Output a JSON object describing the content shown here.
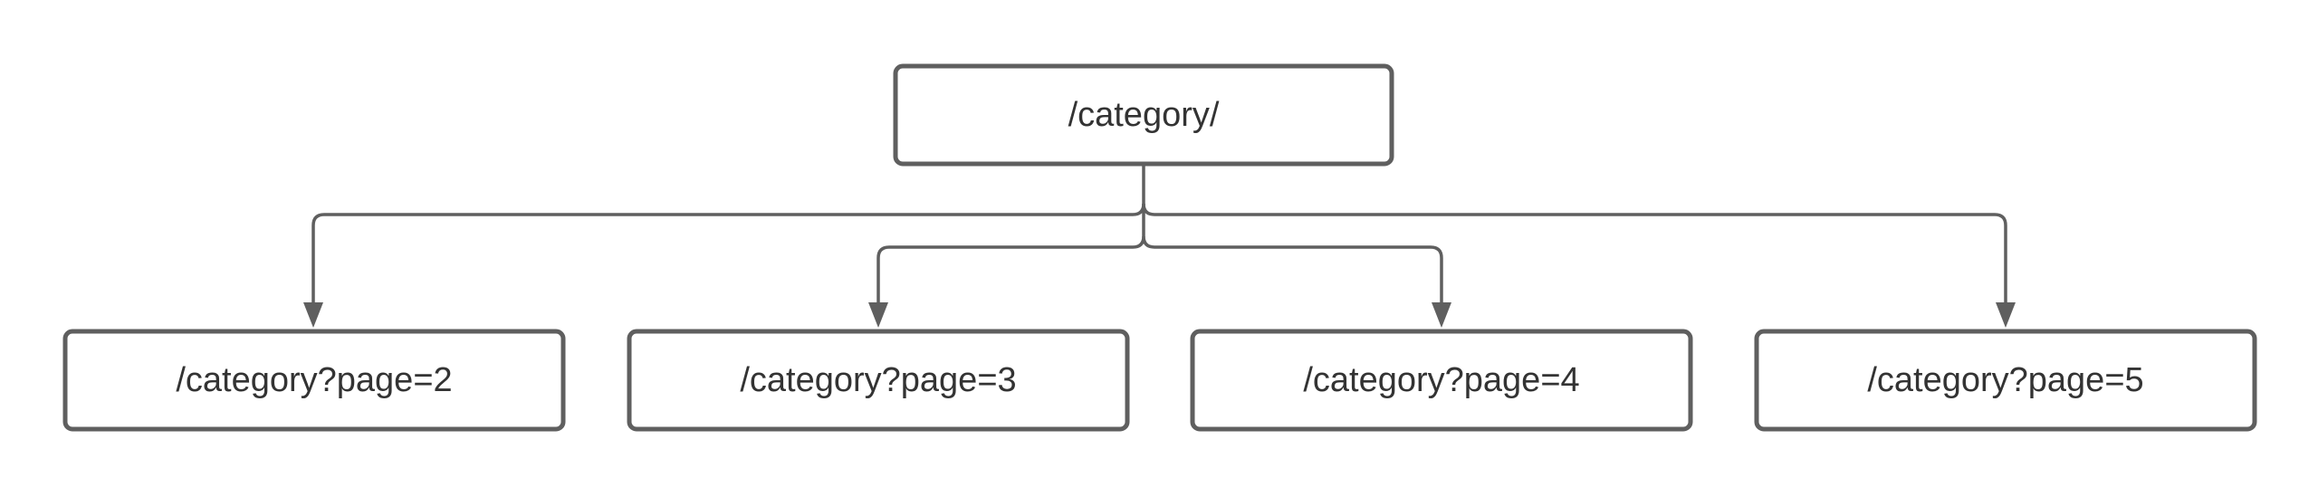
{
  "diagram": {
    "root": {
      "label": "/category/"
    },
    "children": [
      {
        "label": "/category?page=2"
      },
      {
        "label": "/category?page=3"
      },
      {
        "label": "/category?page=4"
      },
      {
        "label": "/category?page=5"
      }
    ],
    "colors": {
      "stroke": "#5f5f5f",
      "text": "#333333",
      "background": "#ffffff"
    }
  }
}
